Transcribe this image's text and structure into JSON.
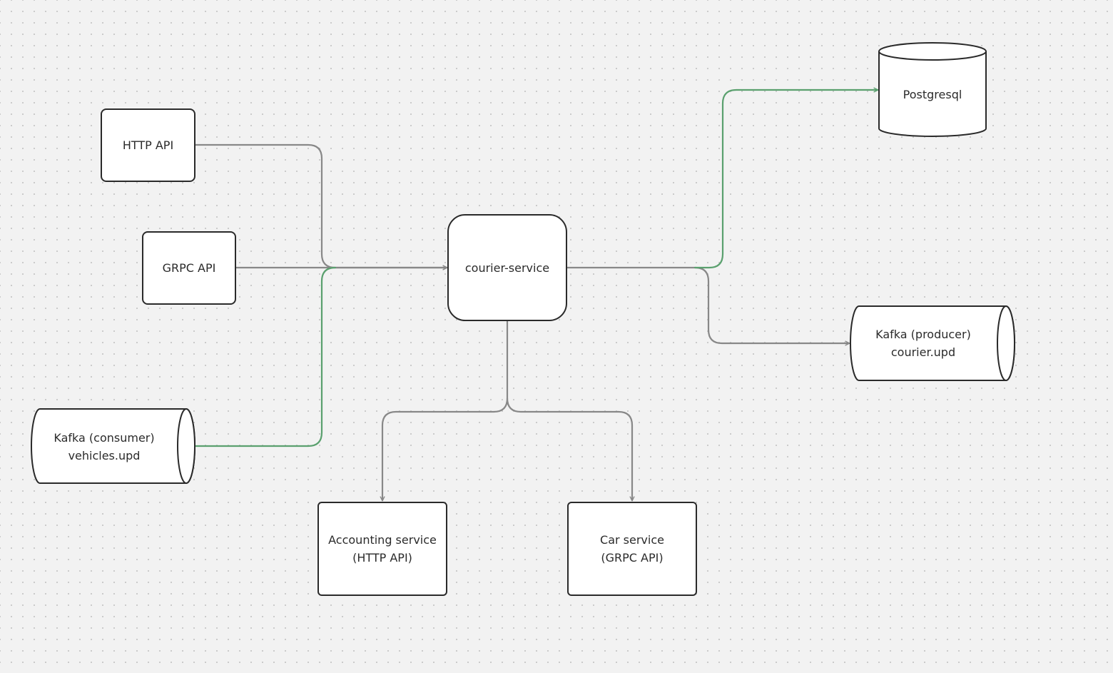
{
  "colors": {
    "default_edge": "#888888",
    "highlight_edge": "#5aa06e",
    "node_stroke": "#2a2a2a",
    "node_fill": "#ffffff",
    "text": "#2b2b2b"
  },
  "nodes": {
    "http_api": {
      "label": "HTTP API",
      "shape": "rounded-rect"
    },
    "grpc_api": {
      "label": "GRPC API",
      "shape": "rounded-rect"
    },
    "kafka_consumer": {
      "line1": "Kafka (consumer)",
      "line2": "vehicles.upd",
      "shape": "horizontal-cylinder"
    },
    "courier_service": {
      "label": "courier-service",
      "shape": "rounded-rect"
    },
    "postgresql": {
      "label": "Postgresql",
      "shape": "database-cylinder"
    },
    "kafka_producer": {
      "line1": "Kafka (producer)",
      "line2": "courier.upd",
      "shape": "horizontal-cylinder"
    },
    "accounting_service": {
      "line1": "Accounting service",
      "line2": "(HTTP API)",
      "shape": "rounded-rect"
    },
    "car_service": {
      "line1": "Car service",
      "line2": "(GRPC API)",
      "shape": "rounded-rect"
    }
  },
  "edges": [
    {
      "from": "http_api",
      "to": "courier_service",
      "color": "default"
    },
    {
      "from": "grpc_api",
      "to": "courier_service",
      "color": "default"
    },
    {
      "from": "kafka_consumer",
      "to": "courier_service",
      "color": "highlight"
    },
    {
      "from": "courier_service",
      "to": "postgresql",
      "color": "highlight"
    },
    {
      "from": "courier_service",
      "to": "kafka_producer",
      "color": "default"
    },
    {
      "from": "courier_service",
      "to": "accounting_service",
      "color": "default"
    },
    {
      "from": "courier_service",
      "to": "car_service",
      "color": "default"
    }
  ]
}
